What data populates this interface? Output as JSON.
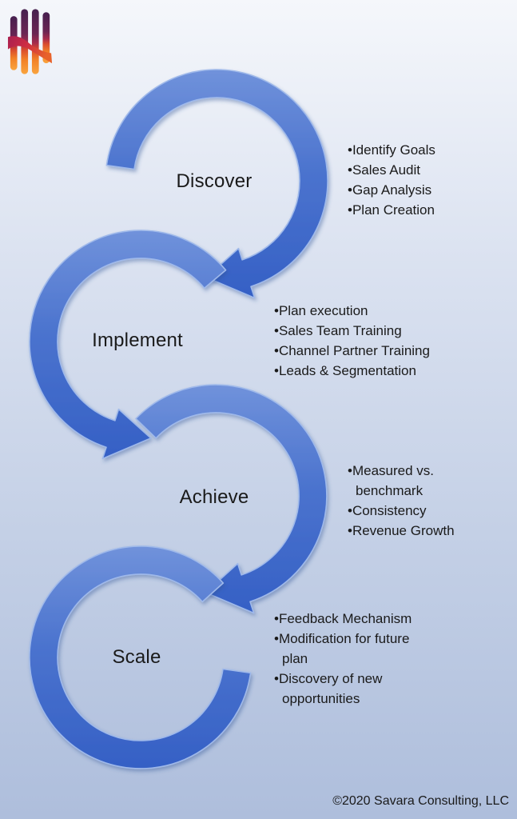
{
  "logo": {
    "name": "Savara Consulting logo"
  },
  "steps": [
    {
      "label": "Discover",
      "bullets": [
        "Identify Goals",
        "Sales Audit",
        "Gap Analysis",
        "Plan Creation"
      ]
    },
    {
      "label": "Implement",
      "bullets": [
        "Plan execution",
        "Sales Team Training",
        "Channel Partner Training",
        "Leads & Segmentation"
      ]
    },
    {
      "label": "Achieve",
      "bullets": [
        "Measured vs. benchmark",
        "Consistency",
        "Revenue Growth"
      ]
    },
    {
      "label": "Scale",
      "bullets": [
        "Feedback Mechanism",
        "Modification for future plan",
        "Discovery of new opportunities"
      ]
    }
  ],
  "footer": {
    "copyright": "©2020 Savara Consulting, LLC"
  },
  "colors": {
    "arrow_top": "#7092DB",
    "arrow_mid": "#4B73CE",
    "arrow_bottom": "#3560C5",
    "arrow_edge": "#9FB9EA",
    "arrow_shadow": "#2E5396",
    "text": "#1A1A1A",
    "bg_top": "#F5F7FB",
    "bg_mid1": "#DCE3F1",
    "bg_mid2": "#C4D0E6",
    "bg_bottom": "#AEBEDC",
    "logo_purple": "#46204F",
    "logo_plum": "#6B2553",
    "logo_crimson": "#A52B4C",
    "logo_red": "#D84A2E",
    "logo_orange": "#F28127",
    "logo_light_orange": "#F9A43E",
    "logo_ribbon_start": "#A92050",
    "logo_ribbon_mid": "#CC2B44",
    "logo_ribbon_end": "#E8622A"
  }
}
